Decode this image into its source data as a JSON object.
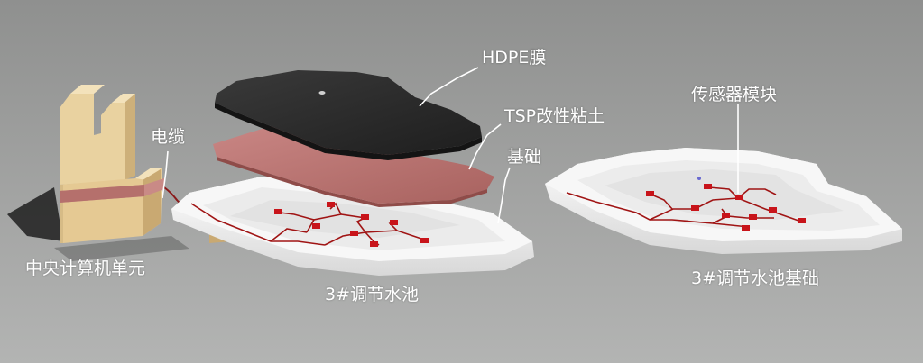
{
  "labels": {
    "hdpe_membrane": "HDPE膜",
    "tsp_clay": "TSP改性粘土",
    "foundation": "基础",
    "cable": "电缆",
    "central_computer": "中央计算机单元",
    "pool_3": "3#调节水池",
    "sensor_module": "传感器模块",
    "pool_3_foundation": "3#调节水池基础"
  },
  "colors": {
    "background": "#999a99",
    "membrane": "#2e2e2e",
    "clay": "#b87572",
    "foundation": "#f2f2f2",
    "computer": "#e6cc99",
    "cable": "#a01414",
    "sensor": "#c8141a",
    "leader_line": "#ffffff"
  },
  "icons": [
    "computer-unit-shape",
    "sensor-node-icon"
  ]
}
